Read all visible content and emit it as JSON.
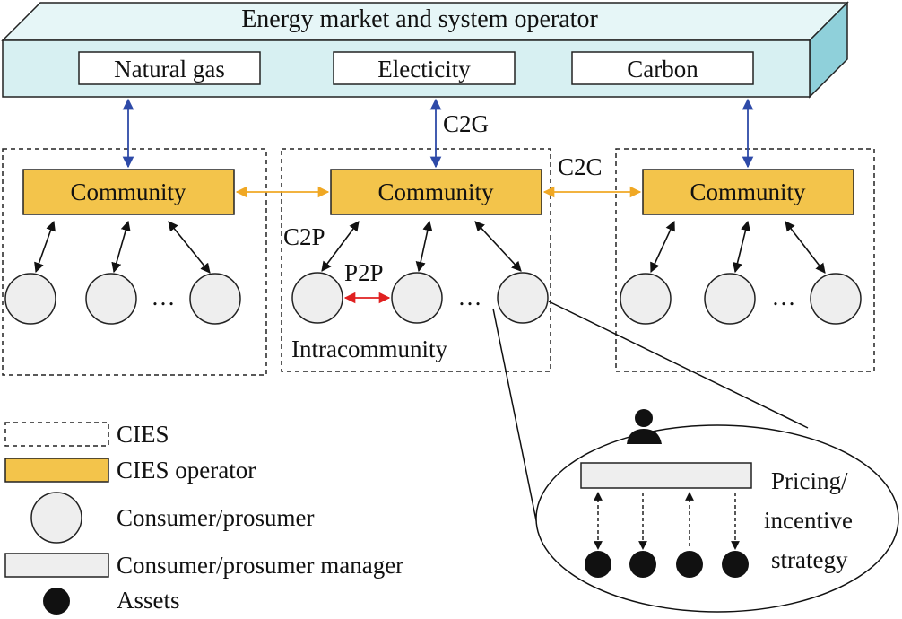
{
  "market": {
    "title": "Energy market and system operator",
    "boxes": [
      "Natural gas",
      "Electicity",
      "Carbon"
    ]
  },
  "communities": [
    {
      "label": "Community"
    },
    {
      "label": "Community"
    },
    {
      "label": "Community"
    }
  ],
  "links": {
    "c2g": "C2G",
    "c2c": "C2C",
    "c2p": "C2P",
    "p2p": "P2P"
  },
  "ellipsis": "…",
  "intracommunity_label": "Intracommunity",
  "detail": {
    "strategy_line1": "Pricing/",
    "strategy_line2": "incentive",
    "strategy_line3": "strategy"
  },
  "legend": {
    "cies": "CIES",
    "cies_operator": "CIES operator",
    "consumer": "Consumer/prosumer",
    "manager": "Consumer/prosumer manager",
    "assets": "Assets"
  },
  "colors": {
    "market_fill": "#d7f0f2",
    "community_fill": "#f3c44b",
    "consumer_fill": "#eeeeee",
    "blue_arrow": "#2e4aa8",
    "orange_arrow": "#f0a824",
    "red_arrow": "#e02020"
  },
  "icons": {
    "manager_person": "person-icon"
  }
}
